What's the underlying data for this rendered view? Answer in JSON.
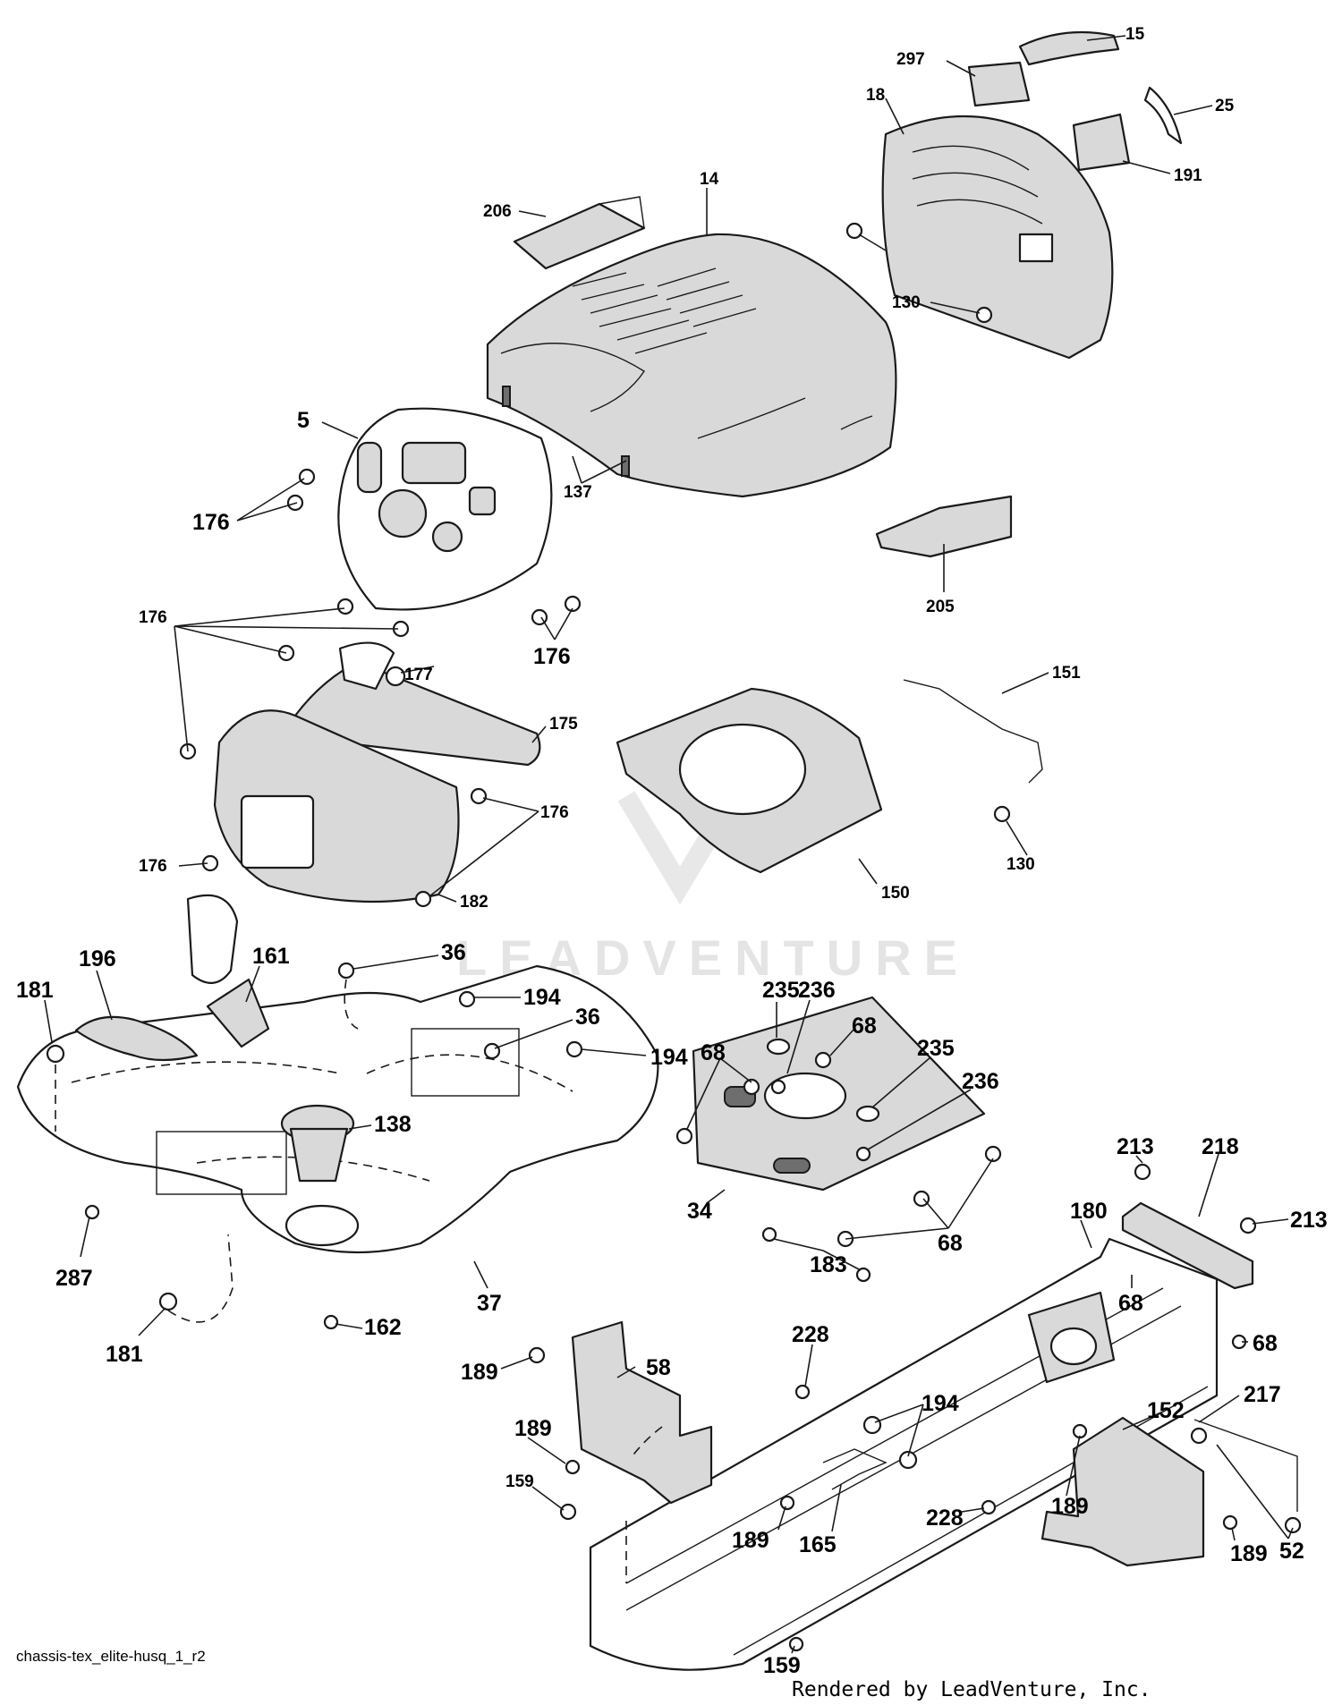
{
  "diagram": {
    "caption": "chassis-tex_elite-husq_1_r2",
    "footer": "Rendered by LeadVenture, Inc.",
    "watermark": "LEADVENTURE"
  },
  "labels": {
    "l15": "15",
    "l297": "297",
    "l25": "25",
    "l18": "18",
    "l191": "191",
    "l14": "14",
    "l206": "206",
    "l130a": "130",
    "l5": "5",
    "l176a": "176",
    "l137": "137",
    "l205": "205",
    "l176b": "176",
    "l176c": "176",
    "l177": "177",
    "l175": "175",
    "l151": "151",
    "l130b": "130",
    "l176d": "176",
    "l176e": "176",
    "l182": "182",
    "l150": "150",
    "l196": "196",
    "l161": "161",
    "l181a": "181",
    "l36a": "36",
    "l194a": "194",
    "l36b": "36",
    "l194b": "194",
    "l235a": "235",
    "l236a": "236",
    "l68a": "68",
    "l68b": "68",
    "l235b": "235",
    "l236b": "236",
    "l138": "138",
    "l34": "34",
    "l68c": "68",
    "l213a": "213",
    "l218": "218",
    "l213b": "213",
    "l287": "287",
    "l183": "183",
    "l180": "180",
    "l68d": "68",
    "l68e": "68",
    "l37": "37",
    "l162": "162",
    "l181b": "181",
    "l189a": "189",
    "l58": "58",
    "l228a": "228",
    "l194c": "194",
    "l217": "217",
    "l152": "152",
    "l189b": "189",
    "l159a": "159",
    "l165": "165",
    "l189c": "189",
    "l228b": "228",
    "l189d": "189",
    "l189e": "189",
    "l52": "52",
    "l159b": "159"
  }
}
